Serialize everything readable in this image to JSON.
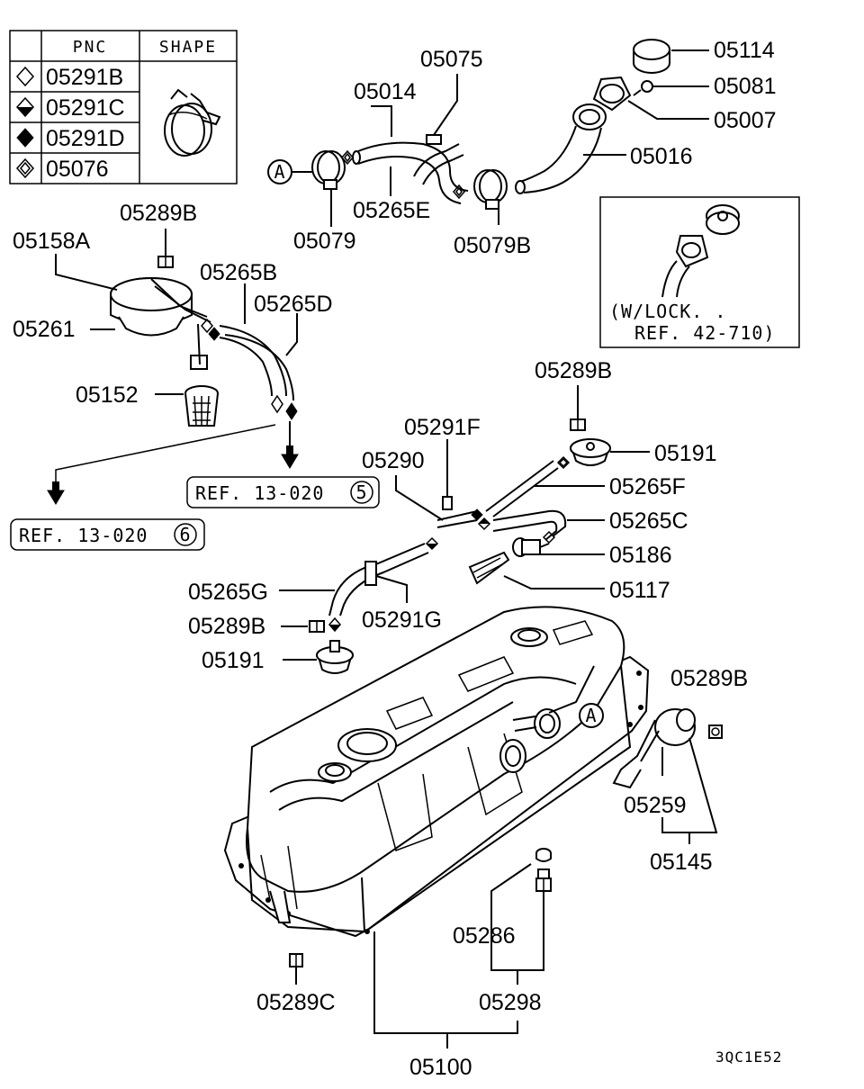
{
  "legend": {
    "header_pnc": "PNC",
    "header_shape": "SHAPE",
    "rows": [
      {
        "symbol": "diamond-outline",
        "pnc": "05291B"
      },
      {
        "symbol": "diamond-half",
        "pnc": "05291C"
      },
      {
        "symbol": "diamond-filled",
        "pnc": "05291D"
      },
      {
        "symbol": "diamond-double",
        "pnc": "05076"
      }
    ]
  },
  "labels": {
    "p05114": "05114",
    "p05075": "05075",
    "p05014": "05014",
    "p05081": "05081",
    "p05007": "05007",
    "p05016": "05016",
    "p05265E": "05265E",
    "p05079": "05079",
    "p05079B": "05079B",
    "p05289B_1": "05289B",
    "p05158A": "05158A",
    "p05265B": "05265B",
    "p05265D": "05265D",
    "p05261": "05261",
    "p05152": "05152",
    "p05289B_2": "05289B",
    "p05291F": "05291F",
    "p05191_1": "05191",
    "p05290": "05290",
    "p05265F": "05265F",
    "p05265C": "05265C",
    "p05186": "05186",
    "p05117": "05117",
    "p05265G": "05265G",
    "p05291G": "05291G",
    "p05289B_3": "05289B",
    "p05191_2": "05191",
    "p05289B_4": "05289B",
    "p05259": "05259",
    "p05145": "05145",
    "p05286": "05286",
    "p05298": "05298",
    "p05289C": "05289C",
    "p05100": "05100"
  },
  "callouts": {
    "a1": "A",
    "a2": "A"
  },
  "inset": {
    "line1": "(W/LOCK. .",
    "line2": "REF. 42-710)"
  },
  "refs": {
    "ref1_text": "REF. 13-020",
    "ref1_num": "5",
    "ref2_text": "REF. 13-020",
    "ref2_num": "6"
  },
  "drawing_code": "3QC1E52"
}
